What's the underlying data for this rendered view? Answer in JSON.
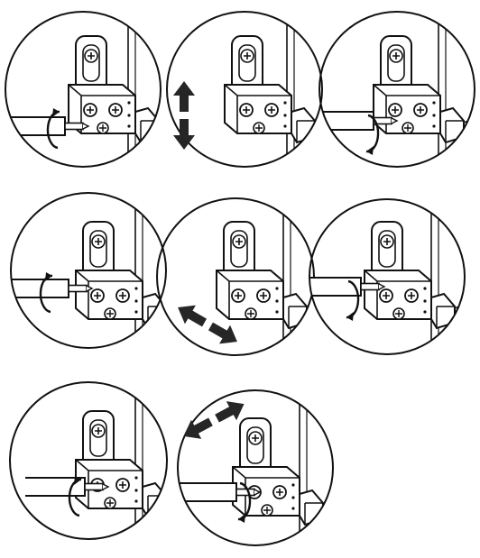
{
  "title": "",
  "colors": {
    "ink": "#111111",
    "paper": "#ffffff",
    "arrow": "#262626"
  },
  "panels": [
    {
      "row": 1,
      "col": 1,
      "action": "turn-screwdriver",
      "rotation": "counter-clockwise"
    },
    {
      "row": 1,
      "col": 2,
      "action": "move-arrow",
      "direction": "vertical"
    },
    {
      "row": 1,
      "col": 3,
      "action": "turn-screwdriver",
      "rotation": "clockwise"
    },
    {
      "row": 2,
      "col": 1,
      "action": "turn-screwdriver",
      "rotation": "counter-clockwise"
    },
    {
      "row": 2,
      "col": 2,
      "action": "move-arrow",
      "direction": "diagonal-down"
    },
    {
      "row": 2,
      "col": 3,
      "action": "turn-screwdriver",
      "rotation": "clockwise"
    },
    {
      "row": 3,
      "col": 1,
      "action": "turn-screwdriver",
      "rotation": "counter-clockwise"
    },
    {
      "row": 3,
      "col": 2,
      "action": "turn-screwdriver-and-arrow",
      "rotation": "clockwise",
      "direction": "diagonal-up"
    }
  ],
  "icons": [
    "hinge-icon",
    "screwdriver-icon",
    "rotation-arrow-icon",
    "double-arrow-icon"
  ]
}
